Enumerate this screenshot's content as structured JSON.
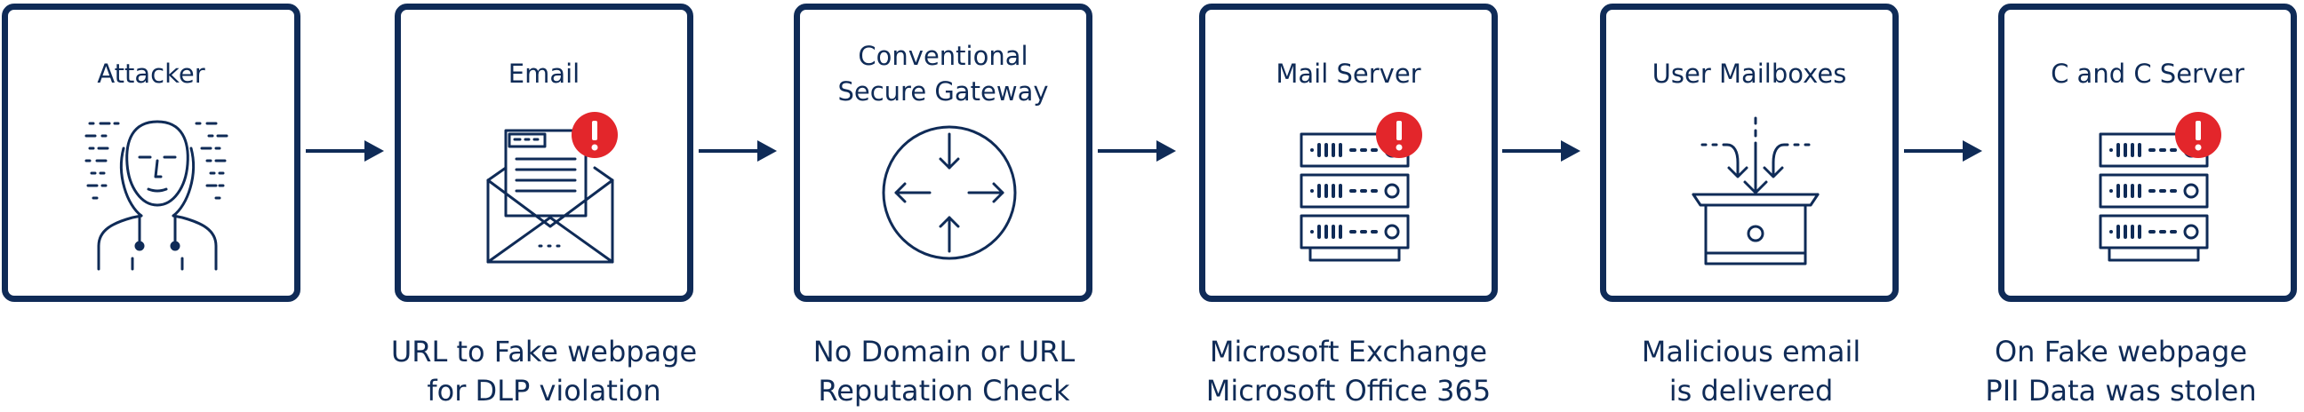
{
  "colors": {
    "primary": "#0f2b57",
    "alert": "#e3262b",
    "background": "#ffffff"
  },
  "steps": [
    {
      "title": "Attacker",
      "icon": "hacker-hooded-icon",
      "caption": []
    },
    {
      "title": "Email",
      "icon": "email-open-letter-icon",
      "alert": "!",
      "caption": [
        "URL to Fake webpage",
        "for DLP violation"
      ]
    },
    {
      "title": "Conventional\nSecure Gateway",
      "icon": "gateway-arrows-circle-icon",
      "caption": [
        "No Domain or URL",
        "Reputation Check"
      ]
    },
    {
      "title": "Mail Server",
      "icon": "server-rack-icon",
      "alert": "!",
      "caption": [
        "Microsoft Exchange",
        "Microsoft Office 365"
      ]
    },
    {
      "title": "User Mailboxes",
      "icon": "inbox-tray-icon",
      "caption": [
        "Malicious email",
        "is delivered"
      ]
    },
    {
      "title": "C and C Server",
      "icon": "server-rack-icon",
      "alert": "!",
      "caption": [
        "On Fake webpage",
        "PII Data was stolen"
      ]
    }
  ]
}
